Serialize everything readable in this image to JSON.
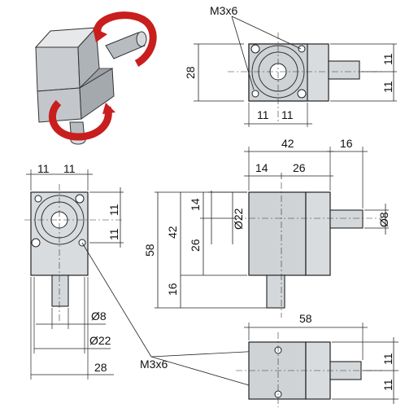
{
  "labels": {
    "m3x6_top": "M3x6",
    "m3x6_bottom": "M3x6",
    "tr_height": "28",
    "tr_v11_a": "11",
    "tr_v11_b": "11",
    "tr_h11_a": "11",
    "tr_h11_b": "11",
    "side_42": "42",
    "side_16": "16",
    "side_14": "14",
    "side_26": "26",
    "side_dia22": "Ø22",
    "side_dia8": "Ø8",
    "left_58": "58",
    "left_42": "42",
    "left_14": "14",
    "left_26": "26",
    "left_16": "16",
    "front_11a": "11",
    "front_11b": "11",
    "front_v11a": "11",
    "front_v11b": "11",
    "front_dia8": "Ø8",
    "front_dia22": "Ø22",
    "front_28": "28",
    "bottom_58": "58",
    "bottom_v11a": "11",
    "bottom_v11b": "11"
  }
}
